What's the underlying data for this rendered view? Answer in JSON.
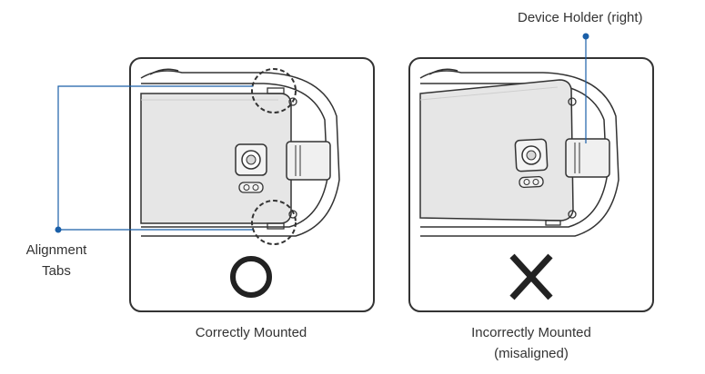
{
  "labels": {
    "device_holder": "Device Holder (right)",
    "alignment_tabs_line1": "Alignment",
    "alignment_tabs_line2": "Tabs",
    "correct_caption": "Correctly Mounted",
    "incorrect_caption_line1": "Incorrectly Mounted",
    "incorrect_caption_line2": "(misaligned)"
  },
  "colors": {
    "callout": "#1a5fa8",
    "outline": "#333333",
    "phone_fill": "#e6e6e6",
    "phone_edge": "#cfcfcf"
  },
  "icons": {
    "correct_mark": "circle-o-icon",
    "incorrect_mark": "x-cross-icon"
  }
}
